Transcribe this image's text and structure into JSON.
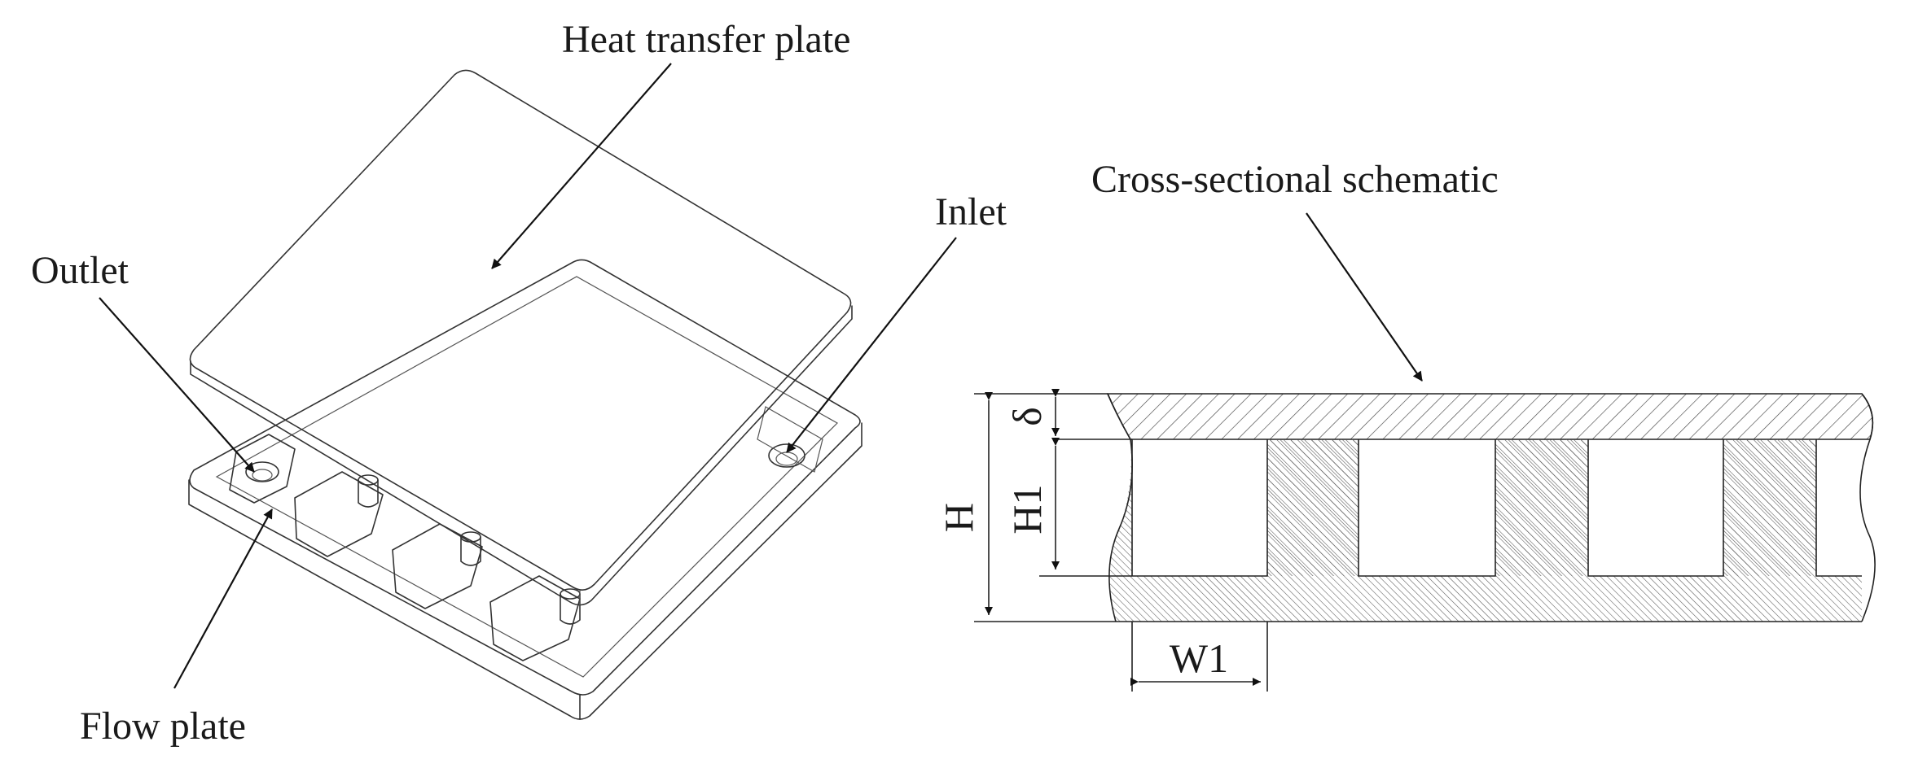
{
  "labels": {
    "heat_transfer_plate": "Heat transfer plate",
    "outlet": "Outlet",
    "inlet": "Inlet",
    "flow_plate": "Flow plate",
    "cross_section": "Cross-sectional schematic"
  },
  "dimensions": {
    "delta": "δ",
    "H": "H",
    "H1": "H1",
    "W1": "W1"
  }
}
